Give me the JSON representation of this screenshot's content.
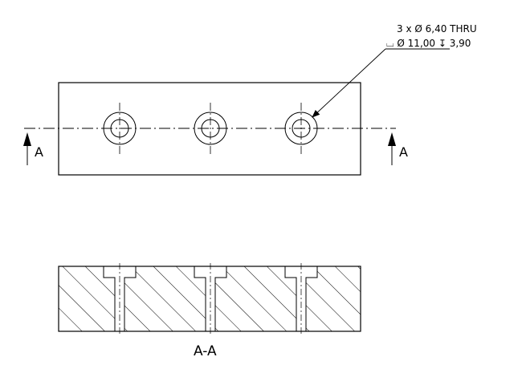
{
  "callout": {
    "line1": "3 x Ø 6,40 THRU",
    "line2": "⌴ Ø 11,00 ↧ 3,90"
  },
  "section": {
    "left_marker": "A",
    "right_marker": "A",
    "view_label": "A-A"
  },
  "holes": [
    "hole-1",
    "hole-2",
    "hole-3"
  ]
}
